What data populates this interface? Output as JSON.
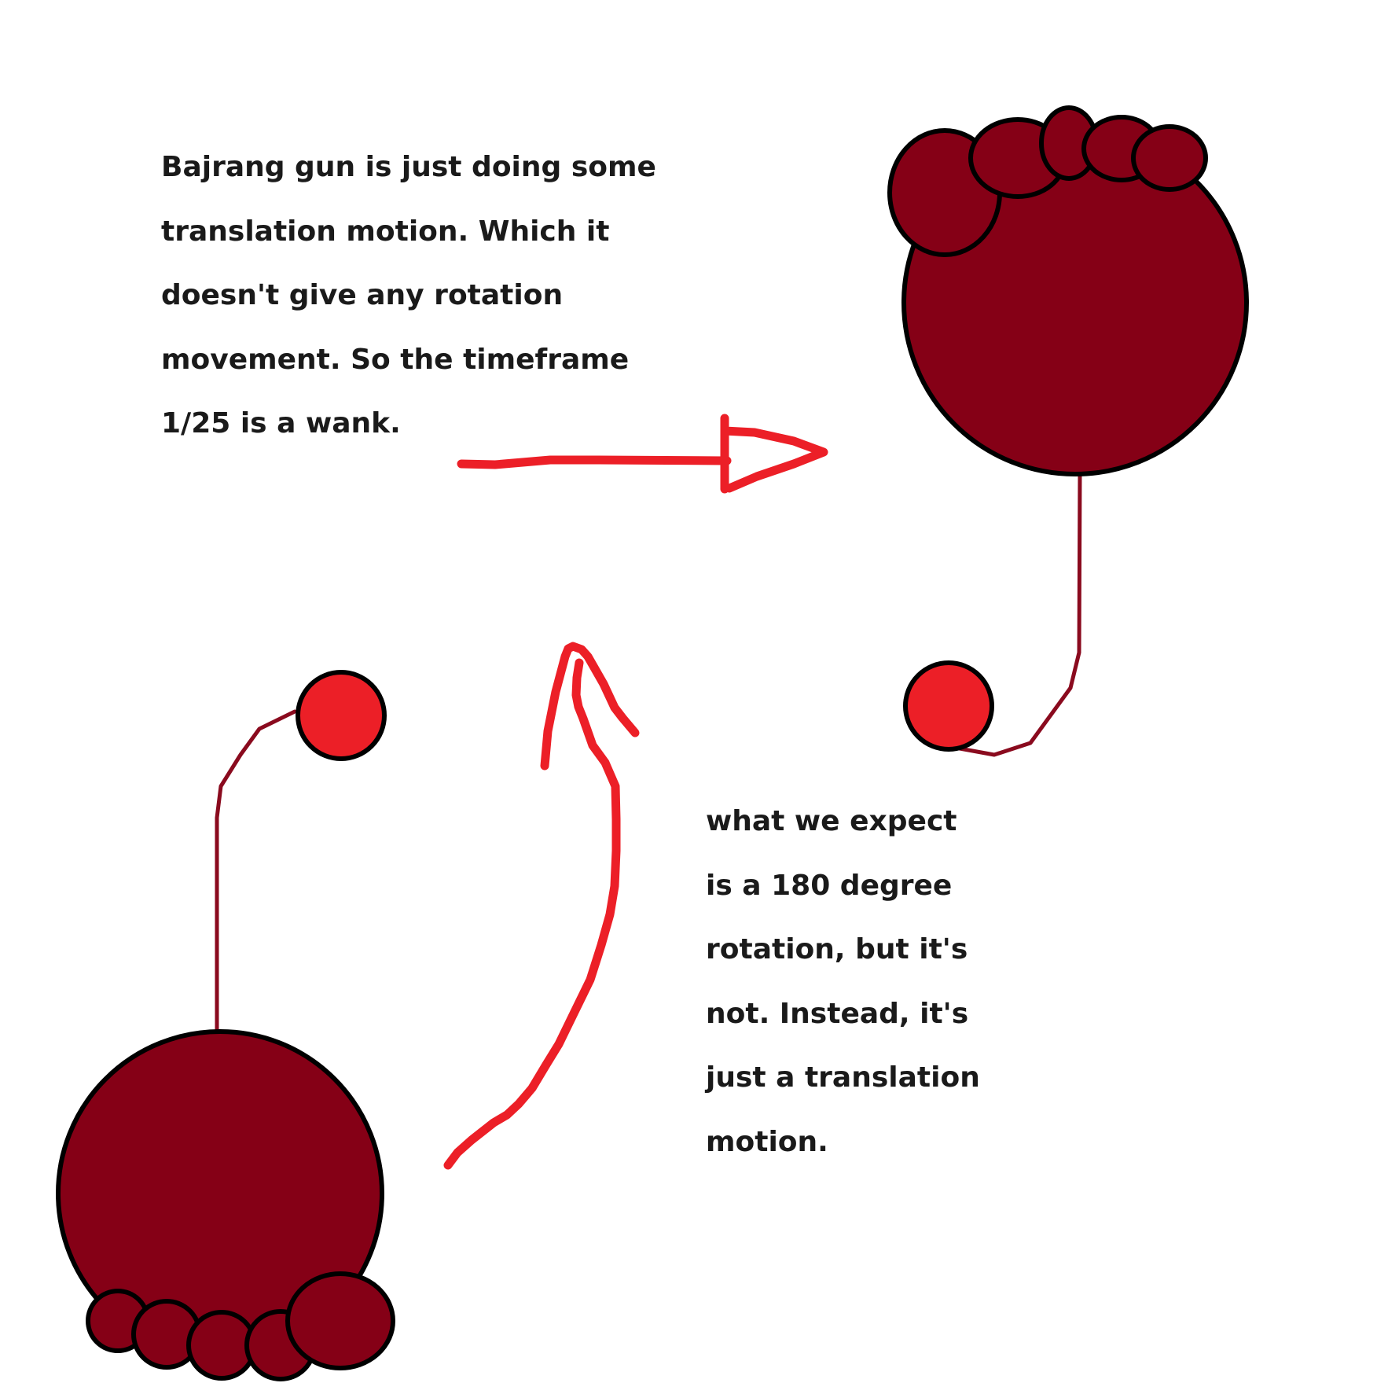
{
  "notes": {
    "top": [
      "Bajrang gun is just doing some",
      "translation motion. Which it",
      "doesn't give any rotation",
      "movement. So the timeframe",
      "1/25 is a wank."
    ],
    "bottom": [
      "what we expect",
      "is a 180 degree",
      "rotation, but it's",
      "not. Instead, it's",
      "just a translation",
      "motion."
    ]
  },
  "colors": {
    "background": "#ffffff",
    "body_fill": "#850016",
    "ball_fill": "#ec1f27",
    "outline": "#000000",
    "string": "#8a0a1e",
    "arrow": "#ec1f27",
    "text": "#1a1a1a"
  }
}
